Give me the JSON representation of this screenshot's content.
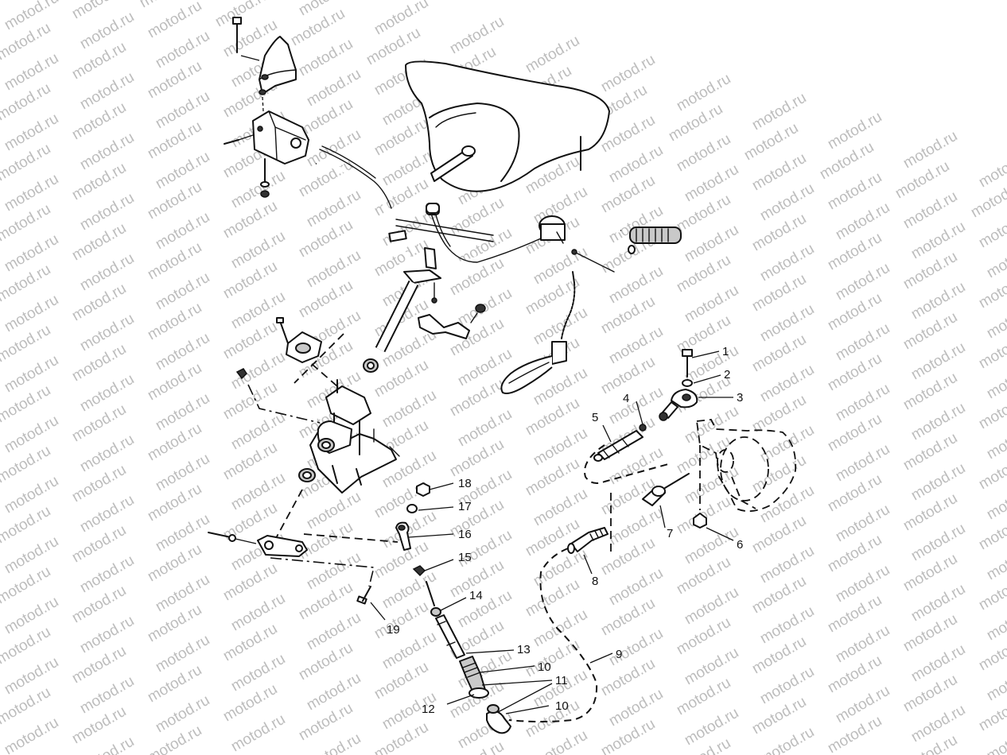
{
  "watermark": {
    "text": "motod.ru",
    "color": "#bdbdbd"
  },
  "diagram": {
    "callouts": [
      {
        "id": "c1",
        "label": "1"
      },
      {
        "id": "c2",
        "label": "2"
      },
      {
        "id": "c3",
        "label": "3"
      },
      {
        "id": "c4",
        "label": "4"
      },
      {
        "id": "c5",
        "label": "5"
      },
      {
        "id": "c6",
        "label": "6"
      },
      {
        "id": "c7",
        "label": "7"
      },
      {
        "id": "c8",
        "label": "8"
      },
      {
        "id": "c9",
        "label": "9"
      },
      {
        "id": "c10a",
        "label": "10"
      },
      {
        "id": "c10b",
        "label": "10"
      },
      {
        "id": "c11",
        "label": "11"
      },
      {
        "id": "c12",
        "label": "12"
      },
      {
        "id": "c13",
        "label": "13"
      },
      {
        "id": "c14",
        "label": "14"
      },
      {
        "id": "c15",
        "label": "15"
      },
      {
        "id": "c16",
        "label": "16"
      },
      {
        "id": "c17",
        "label": "17"
      },
      {
        "id": "c18",
        "label": "18"
      },
      {
        "id": "c19",
        "label": "19"
      }
    ]
  }
}
